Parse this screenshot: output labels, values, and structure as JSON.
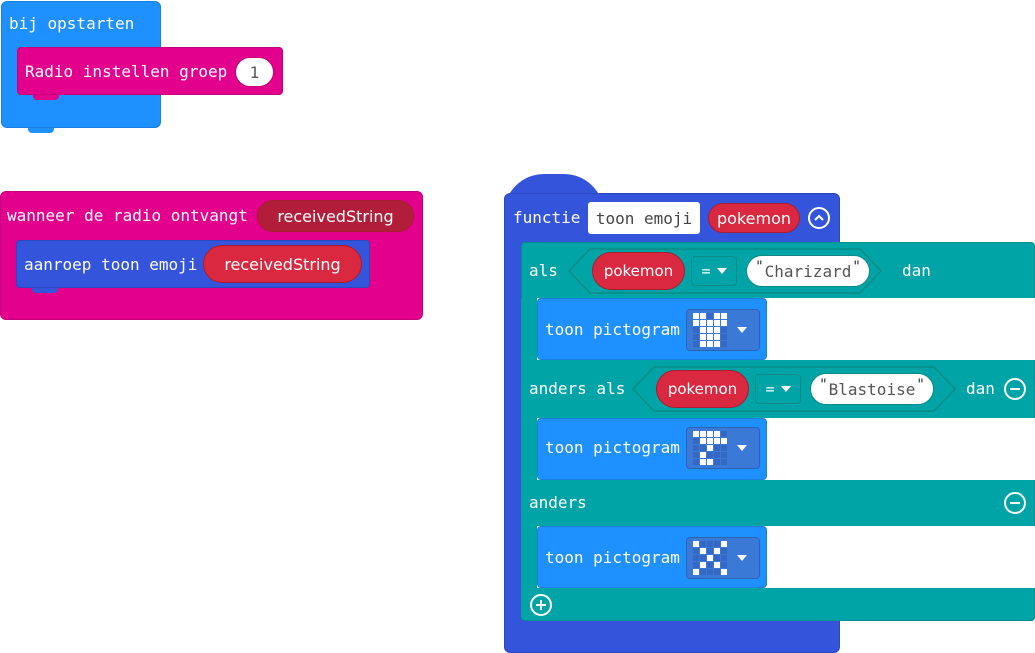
{
  "on_start": {
    "label": "bij opstarten",
    "radio_set_group_label": "Radio instellen groep",
    "group_value": "1"
  },
  "radio_received": {
    "label": "wanneer de radio ontvangt",
    "param": "receivedString",
    "call_label": "aanroep toon emoji",
    "call_arg": "receivedString"
  },
  "function_block": {
    "label": "functie",
    "name": "toon emoji",
    "param": "pokemon",
    "if_label": "als",
    "then_label": "dan",
    "else_if_label": "anders als",
    "else_label": "anders",
    "compare_var": "pokemon",
    "operator": "=",
    "value_1": "Charizard",
    "value_2": "Blastoise",
    "show_icon_label": "toon pictogram",
    "icons": [
      {
        "name": "charizard-icon",
        "pixels": [
          1,
          1,
          0,
          1,
          1,
          1,
          1,
          1,
          1,
          1,
          0,
          1,
          1,
          1,
          0,
          0,
          1,
          1,
          1,
          0,
          0,
          1,
          1,
          1,
          0
        ]
      },
      {
        "name": "blastoise-icon",
        "pixels": [
          1,
          1,
          1,
          1,
          0,
          0,
          1,
          1,
          1,
          1,
          0,
          0,
          1,
          0,
          0,
          0,
          1,
          0,
          0,
          0,
          0,
          1,
          1,
          0,
          0
        ]
      },
      {
        "name": "default-x-icon",
        "pixels": [
          1,
          0,
          0,
          0,
          1,
          0,
          1,
          0,
          1,
          0,
          0,
          0,
          1,
          0,
          0,
          0,
          1,
          0,
          1,
          0,
          1,
          0,
          0,
          0,
          1
        ]
      }
    ]
  },
  "colors": {
    "basic_blue": "#1e90ff",
    "radio_pink": "#e3008c",
    "function_blue": "#3455db",
    "logic_teal": "#00a4a6",
    "variable_red": "#d9283f"
  }
}
